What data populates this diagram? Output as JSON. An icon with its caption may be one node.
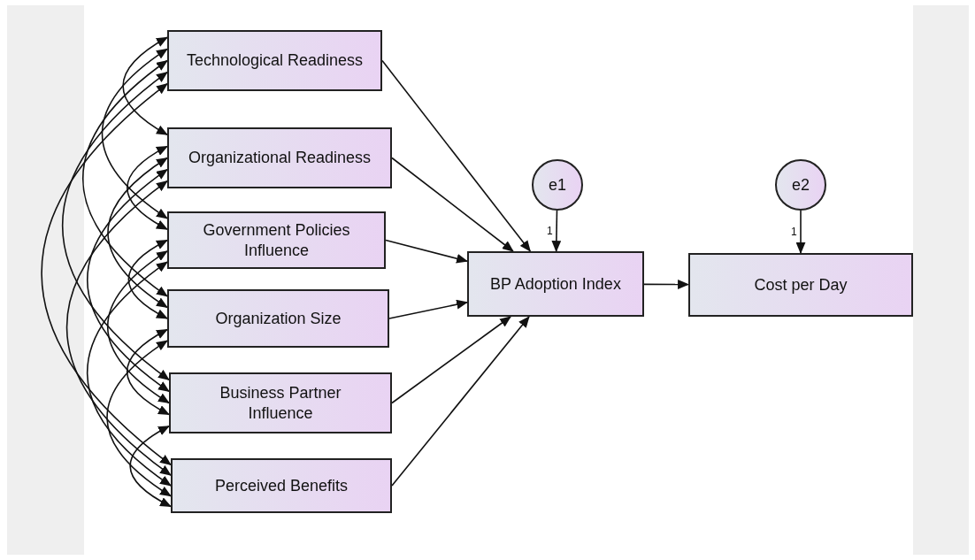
{
  "diagram": {
    "nodes": [
      {
        "text": [
          "Technological Readiness"
        ]
      },
      {
        "text": [
          "Organizational Readiness"
        ]
      },
      {
        "text": [
          "Government Policies Influence"
        ]
      },
      {
        "text": [
          "Organization Size"
        ]
      },
      {
        "text": [
          "Business Partner Influence"
        ]
      },
      {
        "text": [
          "Perceived Benefits"
        ]
      },
      {
        "text": [
          "BP Adoption Index"
        ]
      },
      {
        "text": [
          "Cost per Day"
        ]
      },
      {
        "text": [
          "e1"
        ]
      },
      {
        "text": [
          "e2"
        ]
      }
    ],
    "edges": [
      {
        "from": 0,
        "to": 6,
        "arrow": "to"
      },
      {
        "from": 1,
        "to": 6,
        "arrow": "to"
      },
      {
        "from": 2,
        "to": 6,
        "arrow": "to"
      },
      {
        "from": 3,
        "to": 6,
        "arrow": "to"
      },
      {
        "from": 4,
        "to": 6,
        "arrow": "to"
      },
      {
        "from": 5,
        "to": 6,
        "arrow": "to"
      },
      {
        "from": 6,
        "to": 7,
        "arrow": "to"
      },
      {
        "from": 8,
        "to": 6,
        "arrow": "to",
        "label": "1"
      },
      {
        "from": 9,
        "to": 7,
        "arrow": "to",
        "label": "1"
      },
      {
        "from": 0,
        "to": 1,
        "arrow": "both"
      },
      {
        "from": 0,
        "to": 2,
        "arrow": "both"
      },
      {
        "from": 0,
        "to": 3,
        "arrow": "both"
      },
      {
        "from": 0,
        "to": 4,
        "arrow": "both"
      },
      {
        "from": 0,
        "to": 5,
        "arrow": "both"
      },
      {
        "from": 1,
        "to": 2,
        "arrow": "both"
      },
      {
        "from": 1,
        "to": 3,
        "arrow": "both"
      },
      {
        "from": 1,
        "to": 4,
        "arrow": "both"
      },
      {
        "from": 1,
        "to": 5,
        "arrow": "both"
      },
      {
        "from": 2,
        "to": 3,
        "arrow": "both"
      },
      {
        "from": 2,
        "to": 4,
        "arrow": "both"
      },
      {
        "from": 2,
        "to": 5,
        "arrow": "both"
      },
      {
        "from": 3,
        "to": 4,
        "arrow": "both"
      },
      {
        "from": 3,
        "to": 5,
        "arrow": "both"
      },
      {
        "from": 4,
        "to": 5,
        "arrow": "both"
      }
    ]
  }
}
